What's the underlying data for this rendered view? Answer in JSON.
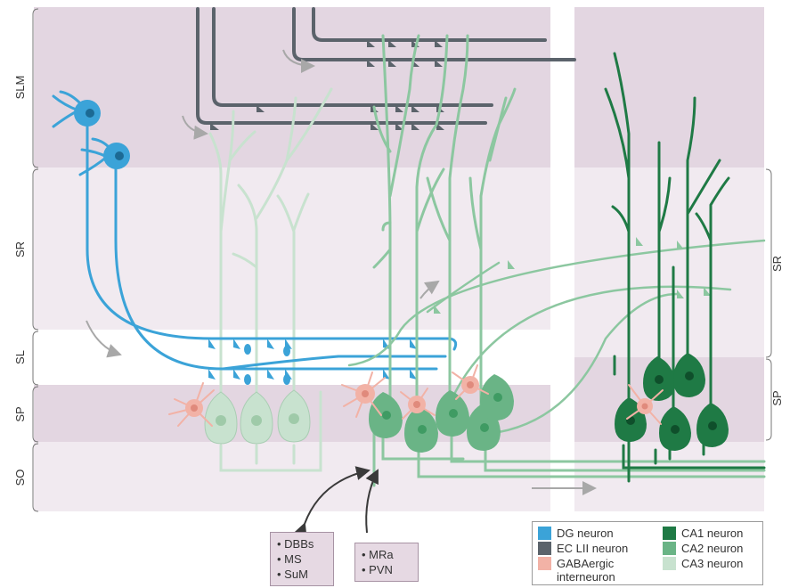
{
  "layers_left": [
    "SLM",
    "SR",
    "SL",
    "SP",
    "SO"
  ],
  "layers_right": [
    "SR",
    "SP"
  ],
  "inputs": {
    "box1": [
      "DBBs",
      "MS",
      "SuM"
    ],
    "box2": [
      "MRa",
      "PVN"
    ]
  },
  "legend": [
    {
      "label": "DG neuron",
      "color": "#3ba3d8"
    },
    {
      "label": "EC LII neuron",
      "color": "#5b636b"
    },
    {
      "label": "GABAergic interneuron",
      "color": "#f2b2a6"
    },
    {
      "label": "CA1 neuron",
      "color": "#1f7a45"
    },
    {
      "label": "CA2 neuron",
      "color": "#6ab486"
    },
    {
      "label": "CA3 neuron",
      "color": "#c8e2cf"
    }
  ],
  "colors": {
    "band_dark": "#e3d6e1",
    "band_light": "#f1eaf0",
    "band_white": "#ffffff",
    "dg": "#3ba3d8",
    "ec": "#5b636b",
    "gaba": "#f2b2a6",
    "ca1": "#1f7a45",
    "ca2": "#6ab486",
    "ca3": "#c8e2cf",
    "arrow": "#a8a8a8"
  }
}
